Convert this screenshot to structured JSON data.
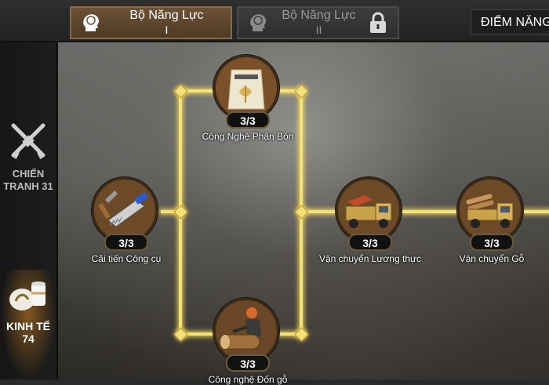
{
  "tabs": [
    {
      "line1": "Bộ Năng Lực",
      "line2": "I",
      "state": "active"
    },
    {
      "line1": "Bộ Năng Lực",
      "line2": "II",
      "state": "locked"
    }
  ],
  "points_button": "ĐIỂM NĂNG",
  "sidebar": {
    "war": {
      "line1": "CHIẾN",
      "line2": "TRANH 31"
    },
    "economy": {
      "line1": "KINH TẾ",
      "line2": "74"
    }
  },
  "nodes": {
    "tools": {
      "progress": "3/3",
      "label": "Cải tiến Công cụ"
    },
    "fertilizer": {
      "progress": "3/3",
      "label": "Công Nghệ Phân Bón"
    },
    "logging": {
      "progress": "3/3",
      "label": "Công nghệ Đốn gỗ"
    },
    "food_transport": {
      "progress": "3/3",
      "label": "Vận chuyển Lương thực"
    },
    "wood_transport": {
      "progress": "3/3",
      "label": "Vận chuyển Gỗ"
    }
  },
  "colors": {
    "wire": "#f3e27a",
    "active_tab": "#6b5236",
    "sidebar": "#1a1a1a"
  }
}
